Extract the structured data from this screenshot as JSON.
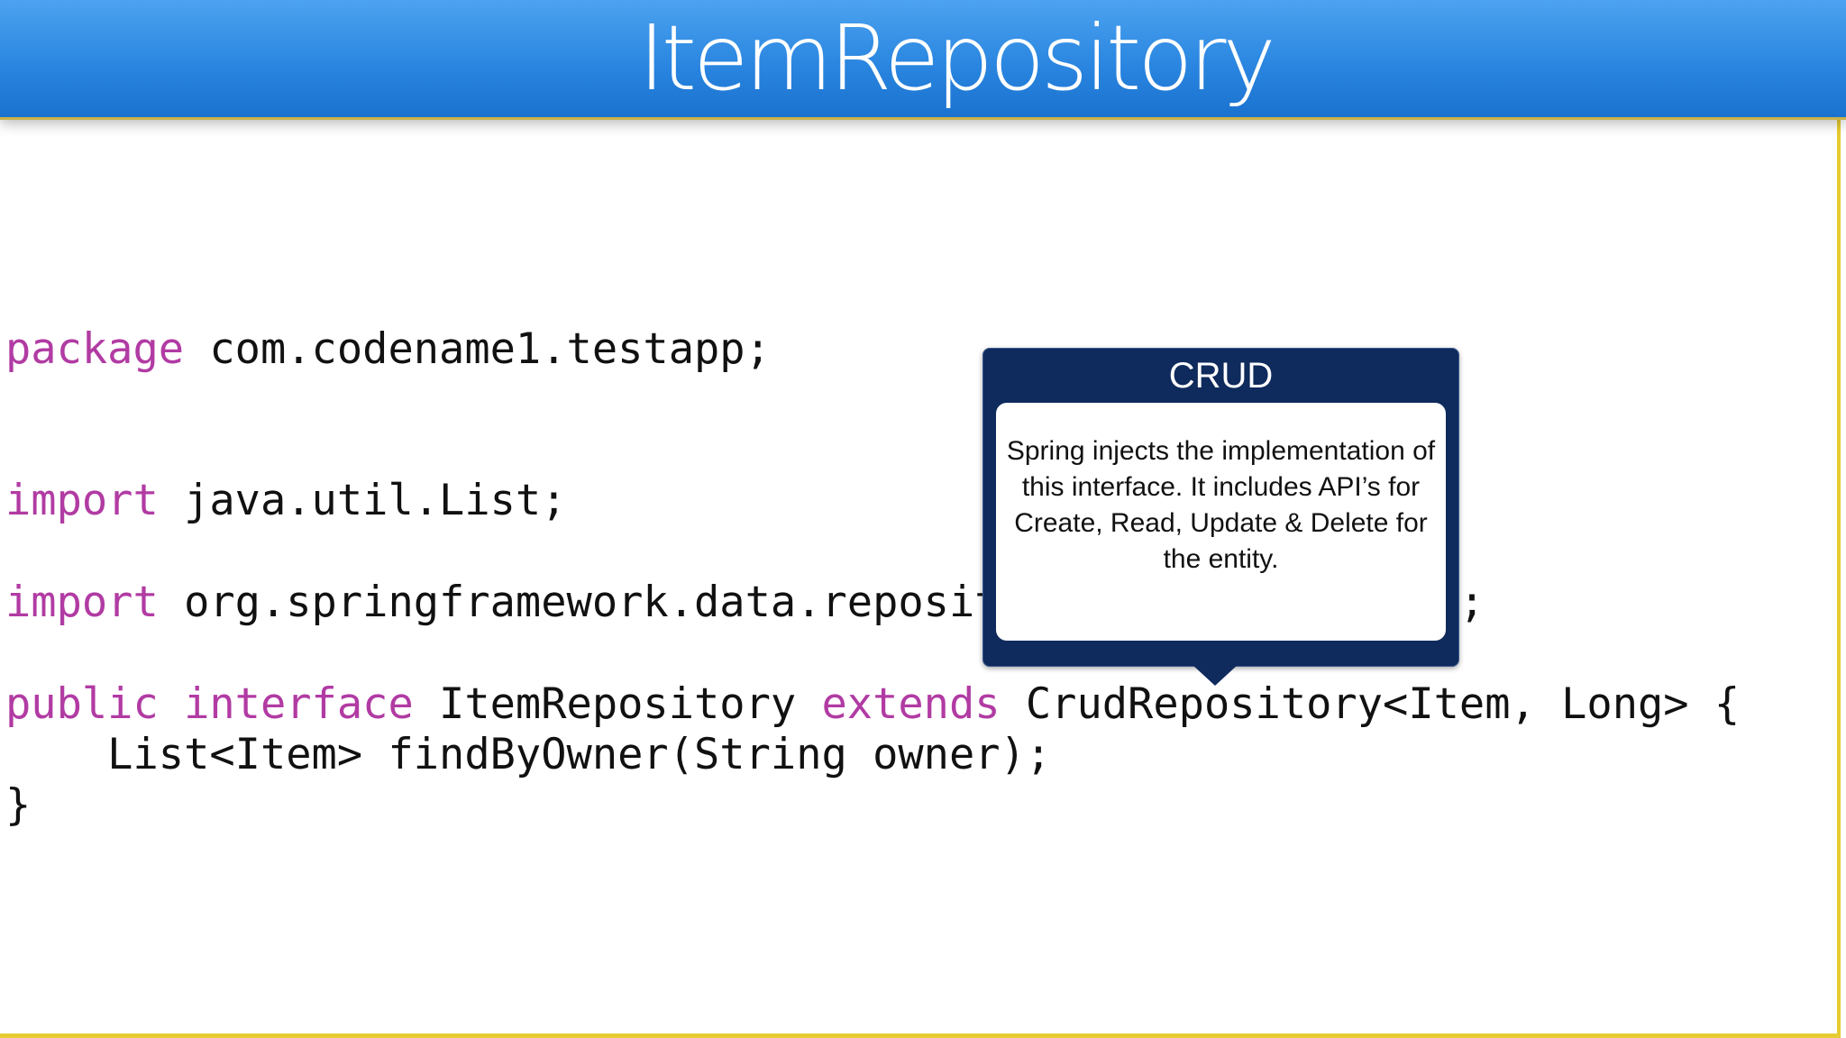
{
  "slide": {
    "title": "ItemRepository"
  },
  "code": {
    "line1": {
      "keyword": "package",
      "rest": " com.codename1.testapp;"
    },
    "line2": {
      "keyword": "import",
      "rest": " java.util.List;"
    },
    "line3": {
      "keyword": "import",
      "rest": " org.springframework.data.repository.CrudRepository;"
    },
    "line4": {
      "kw1": "public",
      "kw2": "interface",
      "mid": " ItemRepository ",
      "kw3": "extends",
      "rest": " CrudRepository<Item, Long> {"
    },
    "line5": "    List<Item> findByOwner(String owner);",
    "line6": "}"
  },
  "popover": {
    "title": "CRUD",
    "body": "Spring injects the implementation of this interface. It includes API’s for Create, Read, Update & Delete for the entity."
  },
  "colors": {
    "header_blue": "#2a86e0",
    "keyword_magenta": "#b13ba3",
    "frame_yellow": "#e6cb32",
    "popover_navy": "#0f2a5c"
  }
}
